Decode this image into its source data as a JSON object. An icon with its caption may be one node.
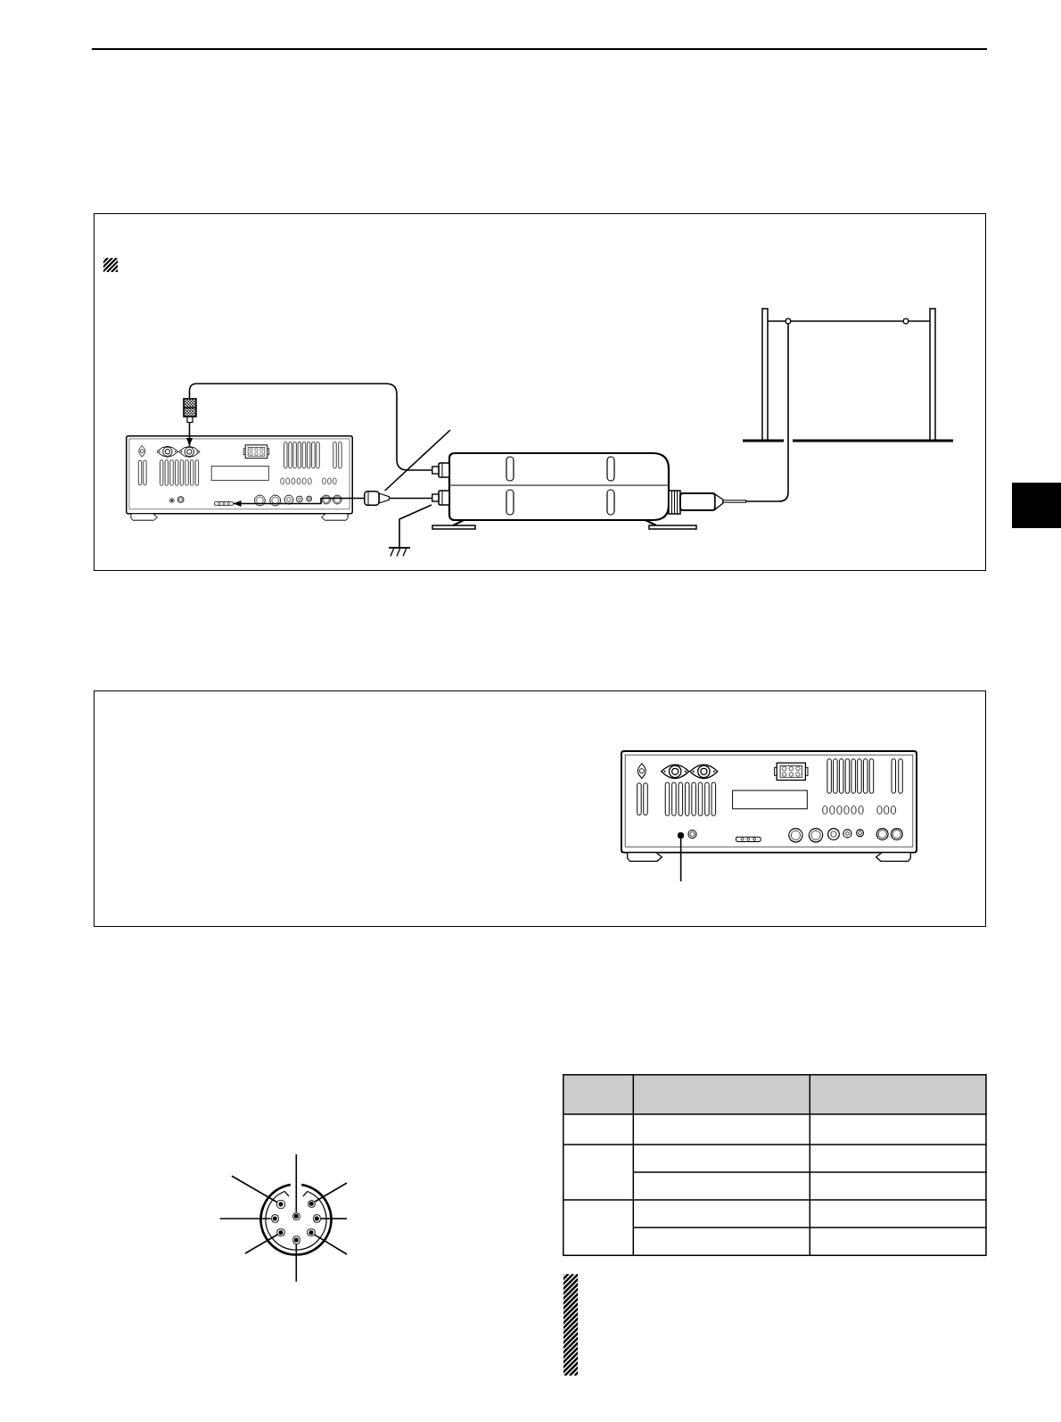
{
  "diagram": {
    "nodes": [
      {
        "text": [],
        "shape": "box"
      },
      {
        "text": [],
        "shape": "picture",
        "in": 0
      },
      {
        "text": [],
        "shape": "picture",
        "in": 1
      },
      {
        "text": [],
        "shape": "picture",
        "in": 1
      },
      {
        "text": [],
        "shape": "picture",
        "in": 0
      },
      {
        "text": [],
        "shape": "picture",
        "in": 0
      },
      {
        "text": [],
        "shape": "picture",
        "in": 0
      },
      {
        "text": [],
        "shape": "picture",
        "in": 0
      },
      {
        "text": [],
        "shape": "box"
      },
      {
        "text": [],
        "shape": "picture",
        "in": 8
      },
      {
        "text": [],
        "shape": "circle",
        "in": 9
      },
      {
        "text": [],
        "shape": "picture"
      },
      {
        "text": [],
        "shape": "circle",
        "in": 11
      },
      {
        "text": [],
        "shape": "circle",
        "in": 11
      },
      {
        "text": [],
        "shape": "circle",
        "in": 11
      },
      {
        "text": [],
        "shape": "circle",
        "in": 11
      },
      {
        "text": [],
        "shape": "circle",
        "in": 11
      },
      {
        "text": [],
        "shape": "circle",
        "in": 11
      },
      {
        "text": [],
        "shape": "circle",
        "in": 11
      },
      {
        "text": [],
        "shape": "circle",
        "in": 11
      }
    ],
    "edges": [
      {
        "from": 5,
        "to": 4,
        "arrow": "none"
      },
      {
        "from": 4,
        "to": 2,
        "arrow": "to"
      },
      {
        "from": null,
        "to": 6,
        "arrow": "none"
      },
      {
        "from": 5,
        "to": 6,
        "arrow": "none"
      },
      {
        "from": 6,
        "to": 3,
        "arrow": "to"
      },
      {
        "from": 5,
        "to": null,
        "arrow": "other"
      },
      {
        "from": 5,
        "to": 7,
        "arrow": "none"
      },
      {
        "from": null,
        "to": 10,
        "arrow": "none"
      },
      {
        "from": null,
        "to": 12,
        "arrow": "other"
      },
      {
        "from": null,
        "to": 13,
        "arrow": "other"
      },
      {
        "from": null,
        "to": 14,
        "arrow": "other"
      },
      {
        "from": null,
        "to": 15,
        "arrow": "other"
      },
      {
        "from": null,
        "to": 16,
        "arrow": "other"
      },
      {
        "from": null,
        "to": 17,
        "arrow": "other"
      },
      {
        "from": null,
        "to": 18,
        "arrow": "other"
      },
      {
        "from": null,
        "to": 19,
        "arrow": "other"
      }
    ]
  }
}
